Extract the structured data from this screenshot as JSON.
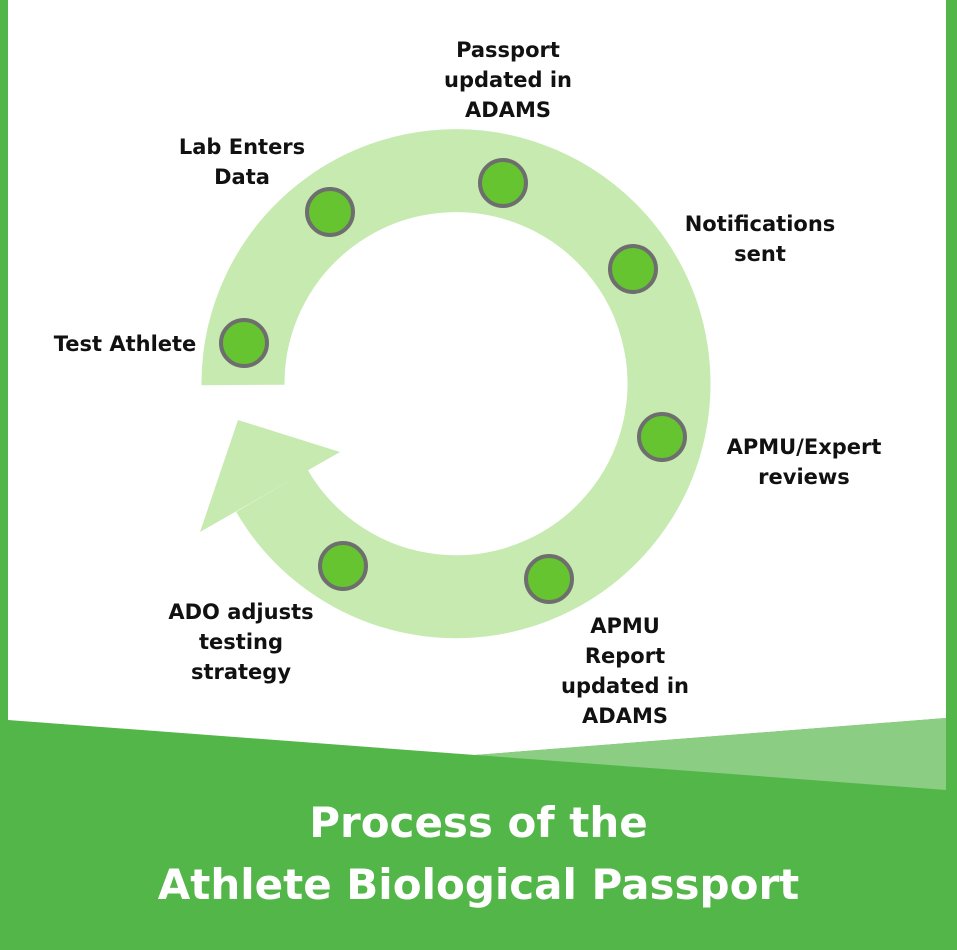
{
  "steps": [
    {
      "label": "Test Athlete"
    },
    {
      "label": "Lab Enters\nData"
    },
    {
      "label": "Passport\nupdated in\nADAMS"
    },
    {
      "label": "Notifications\nsent"
    },
    {
      "label": "APMU/Expert\nreviews"
    },
    {
      "label": "APMU\nReport\nupdated in\nADAMS"
    },
    {
      "label": "ADO adjusts\ntesting\nstrategy"
    }
  ],
  "title": {
    "line1": "Process of the",
    "line2": "Athlete Biological Passport"
  },
  "colors": {
    "frame": "#52b648",
    "ring": "#c6eab0",
    "node": "#66c430",
    "node_border": "#6e6e6e",
    "accent_triangle": "#8bcd82"
  }
}
